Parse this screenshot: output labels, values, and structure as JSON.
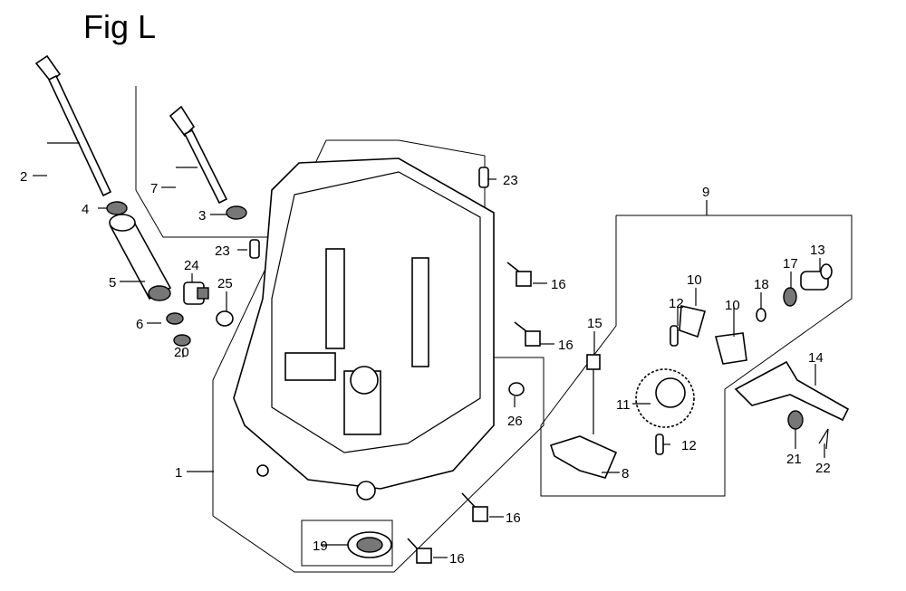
{
  "figure": {
    "title": "Fig L"
  },
  "callouts": {
    "c1": "1",
    "c2": "2",
    "c3": "3",
    "c4": "4",
    "c5": "5",
    "c6": "6",
    "c7": "7",
    "c8": "8",
    "c9": "9",
    "c10a": "10",
    "c10b": "10",
    "c11": "11",
    "c12a": "12",
    "c12b": "12",
    "c13": "13",
    "c14": "14",
    "c15": "15",
    "c16a": "16",
    "c16b": "16",
    "c16c": "16",
    "c16d": "16",
    "c17": "17",
    "c18": "18",
    "c19": "19",
    "c20": "20",
    "c21": "21",
    "c22": "22",
    "c23a": "23",
    "c23b": "23",
    "c24": "24",
    "c25": "25",
    "c26": "26"
  }
}
